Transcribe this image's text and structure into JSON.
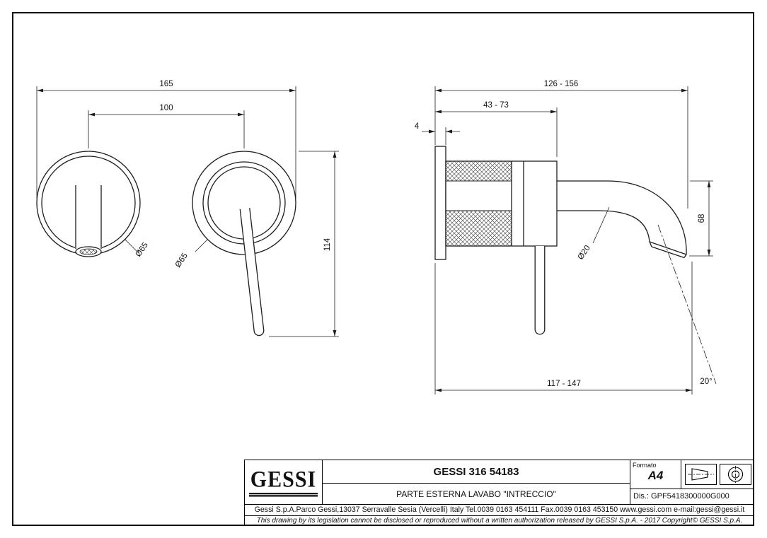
{
  "front_view": {
    "overall_width": "165",
    "center_distance": "100",
    "height": "114",
    "spout_escutcheon_diameter": "Ø65",
    "handle_escutcheon_diameter": "Ø65"
  },
  "side_view": {
    "overall_projection": "126 - 156",
    "body_projection": "43 - 73",
    "plate_thickness": "4",
    "spout_drop": "68",
    "spout_diameter": "Ø20",
    "spout_reach": "117 - 147",
    "spout_angle": "20°"
  },
  "title_block": {
    "logo": "GESSI",
    "model": "GESSI 316 54183",
    "description": "PARTE ESTERNA LAVABO \"INTRECCIO\"",
    "format_label": "Formato",
    "format_value": "A4",
    "drawing_number": "Dis.: GPF5418300000G000",
    "address": "Gessi S.p.A.Parco Gessi,13037 Serravalle Sesia (Vercelli) Italy Tel.0039 0163 454111 Fax.0039 0163 453150 www.gessi.com e-mail:gessi@gessi.it",
    "disclaimer": "This drawing by its legislation cannot be disclosed or reproduced without a written authorization released by GESSI S.p.A. - 2017 Copyright© GESSI S.p.A."
  }
}
